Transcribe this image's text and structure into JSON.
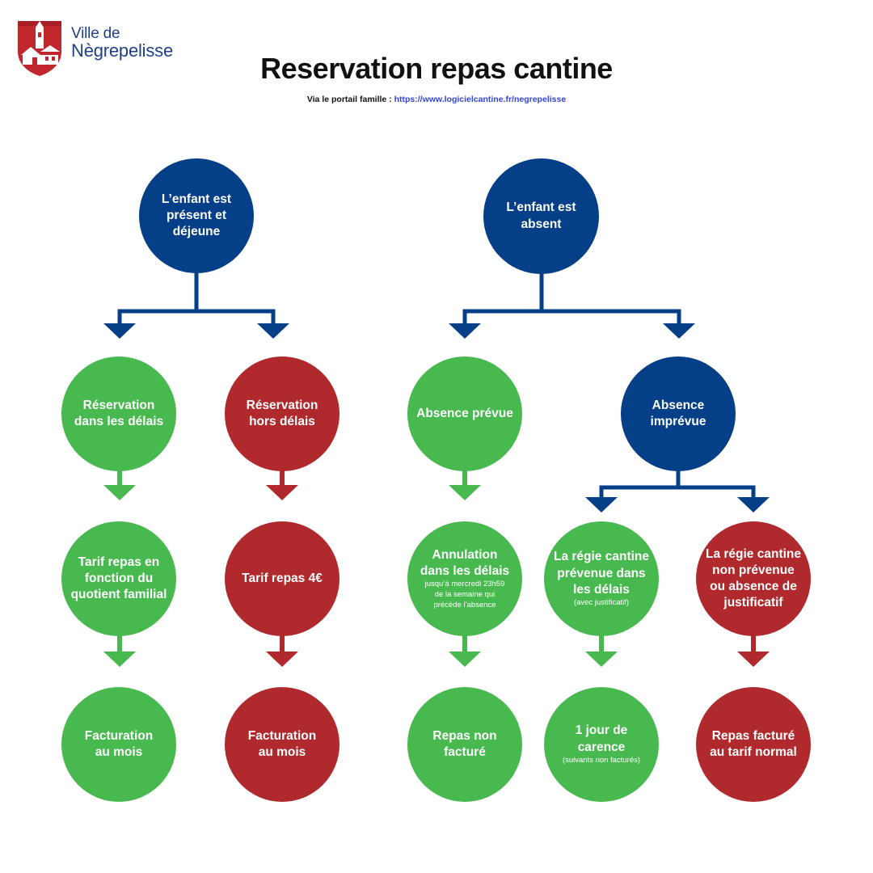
{
  "header": {
    "logo": {
      "line1": "Ville de",
      "line2": "Nègrepelisse",
      "emblem_icon": "church-shield-icon"
    },
    "title": "Reservation repas cantine",
    "subtitle_prefix": "Via le portail famille : ",
    "subtitle_link": "https://www.logicielcantine.fr/negrepelisse"
  },
  "colors": {
    "blue": "#053f87",
    "green": "#47b94e",
    "red": "#b0292d",
    "link": "#3344dd",
    "logo": "#1f3f8c",
    "shield": "#c0272d"
  },
  "nodes": {
    "present": {
      "text": "L’enfant est\nprésent et\ndéjeune"
    },
    "absent": {
      "text": "L’enfant est\nabsent"
    },
    "res_ok": {
      "text": "Réservation\ndans les délais"
    },
    "res_late": {
      "text": "Réservation\nhors délais"
    },
    "abs_planned": {
      "text": "Absence prévue"
    },
    "abs_unplanned": {
      "text": "Absence\nimprévue"
    },
    "tarif_qf": {
      "text": "Tarif repas en\nfonction du\nquotient familial"
    },
    "tarif_4": {
      "text": "Tarif repas 4€"
    },
    "annulation": {
      "text": "Annulation\ndans les délais",
      "note": "jusqu’à mercredi 23h59\nde la semaine qui\nprécède l’absence"
    },
    "regie_ok": {
      "text": "La régie cantine\nprévenue dans\nles délais",
      "note": "(avec justificatif)"
    },
    "regie_no": {
      "text": "La régie cantine\nnon prévenue\nou absence de\njustificatif"
    },
    "fact_1": {
      "text": "Facturation\nau mois"
    },
    "fact_2": {
      "text": "Facturation\nau mois"
    },
    "non_facture": {
      "text": "Repas non\nfacturé"
    },
    "carence": {
      "text": "1 jour de\ncarence",
      "note": "(suivants non facturés)"
    },
    "tarif_normal": {
      "text": "Repas facturé\nau tarif normal"
    }
  }
}
